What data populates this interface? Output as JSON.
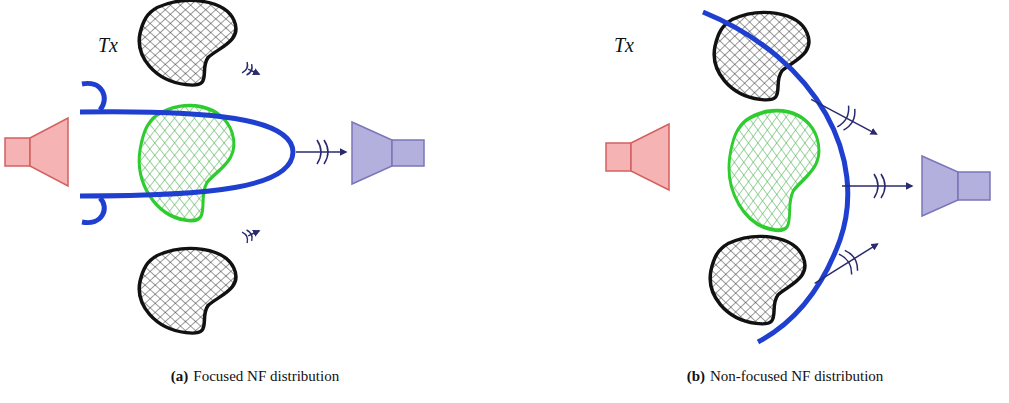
{
  "diagram": {
    "labels": [
      "Tx",
      "(a)",
      "Focused NF distribution",
      "Tx",
      "(b)",
      "Non-focused NF distribution"
    ]
  }
}
